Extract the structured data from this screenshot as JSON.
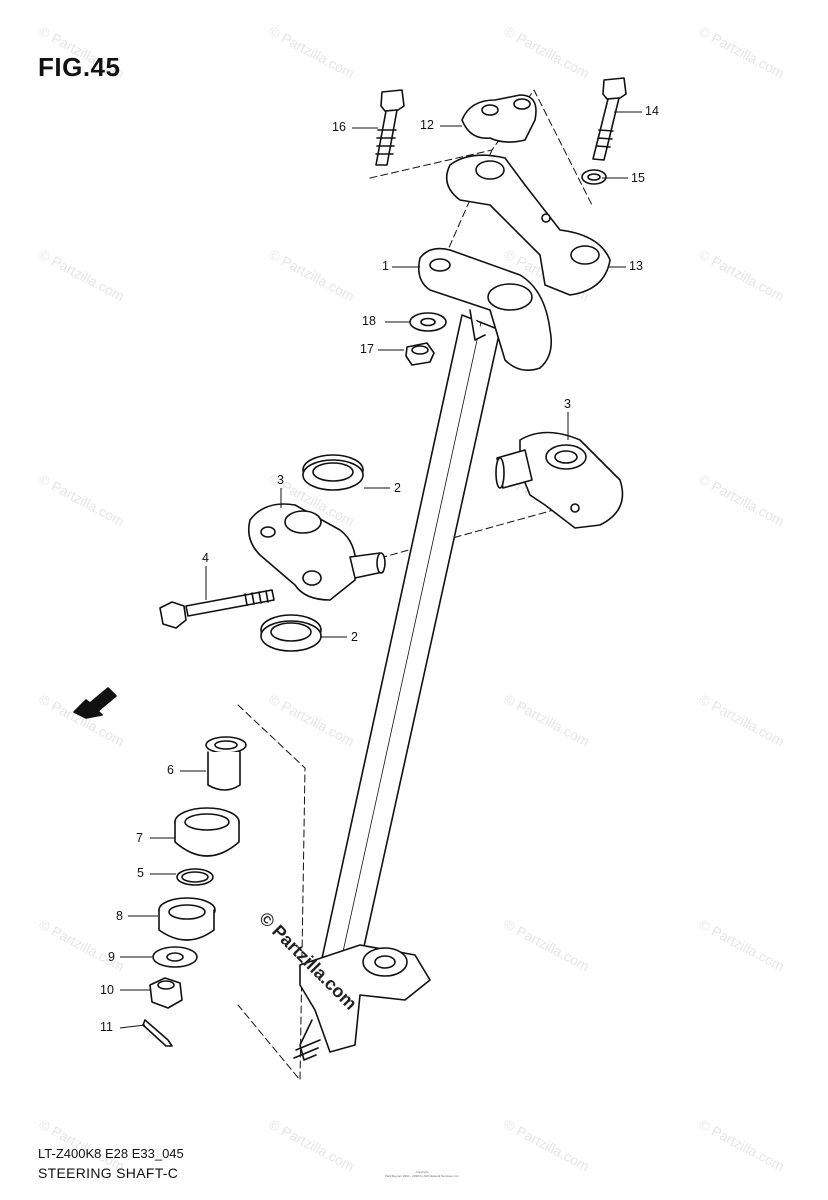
{
  "figure": {
    "title": "FIG.45",
    "code": "LT-Z400K8 E28 E33_045",
    "name": "STEERING SHAFT-C",
    "fwd": "FWD"
  },
  "copyright": {
    "line1": "Copyright",
    "line2": "Partzilla.com 2004 - 2018 by ARI Network Services, Inc."
  },
  "watermark": {
    "text": "© Partzilla.com",
    "center_text": "© Partzilla.com"
  },
  "callouts": [
    {
      "id": "c1",
      "label": "1"
    },
    {
      "id": "c2a",
      "label": "2"
    },
    {
      "id": "c2b",
      "label": "2"
    },
    {
      "id": "c3a",
      "label": "3"
    },
    {
      "id": "c3b",
      "label": "3"
    },
    {
      "id": "c4",
      "label": "4"
    },
    {
      "id": "c5",
      "label": "5"
    },
    {
      "id": "c6",
      "label": "6"
    },
    {
      "id": "c7",
      "label": "7"
    },
    {
      "id": "c8",
      "label": "8"
    },
    {
      "id": "c9",
      "label": "9"
    },
    {
      "id": "c10",
      "label": "10"
    },
    {
      "id": "c11",
      "label": "11"
    },
    {
      "id": "c12",
      "label": "12"
    },
    {
      "id": "c13",
      "label": "13"
    },
    {
      "id": "c14",
      "label": "14"
    },
    {
      "id": "c15",
      "label": "15"
    },
    {
      "id": "c16",
      "label": "16"
    },
    {
      "id": "c17",
      "label": "17"
    },
    {
      "id": "c18",
      "label": "18"
    }
  ]
}
